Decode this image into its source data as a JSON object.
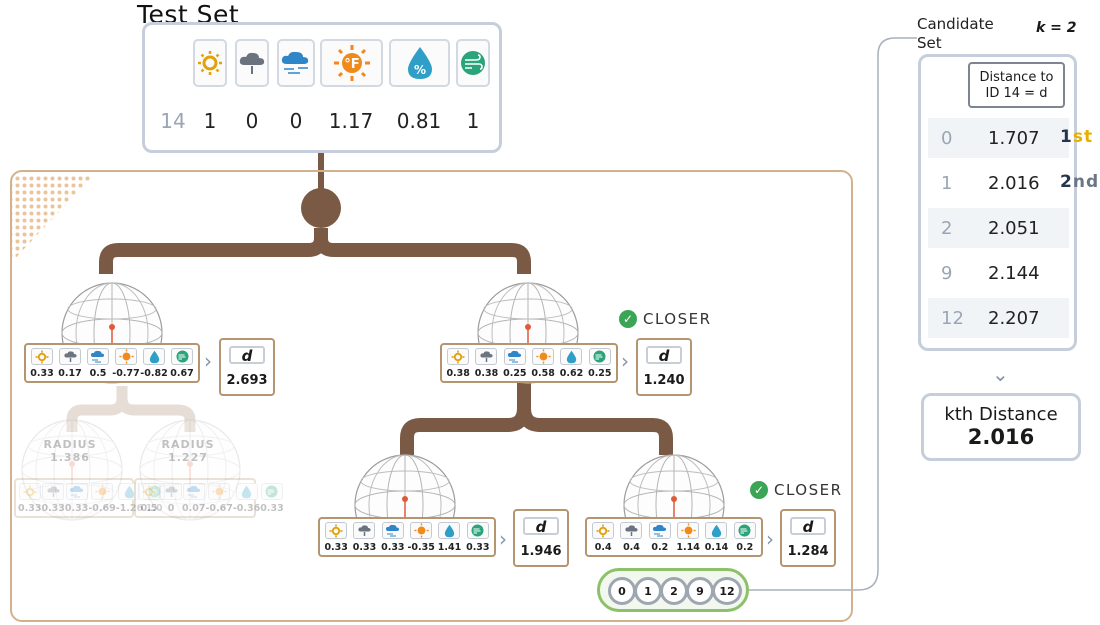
{
  "test_set": {
    "title": "Test Set",
    "icons": [
      "sun-icon",
      "rain-cloud-icon",
      "windy-rain-icon",
      "temperature-sun-icon",
      "humidity-drop-icon",
      "wind-icon"
    ],
    "id": "14",
    "values": [
      "1",
      "0",
      "0",
      "1.17",
      "0.81",
      "1"
    ]
  },
  "tree": {
    "nodes": [
      {
        "values": [
          "0.33",
          "0.17",
          "0.5",
          "-0.77",
          "-0.82",
          "0.67"
        ],
        "d_label": "d",
        "d_value": "2.693"
      },
      {
        "values": [
          "0.38",
          "0.38",
          "0.25",
          "0.58",
          "0.62",
          "0.25"
        ],
        "d_label": "d",
        "d_value": "1.240",
        "badge": "CLOSER"
      },
      {
        "values": [
          "0.33",
          "0.33",
          "0.33",
          "-0.35",
          "1.41",
          "0.33"
        ],
        "d_label": "d",
        "d_value": "1.946"
      },
      {
        "values": [
          "0.4",
          "0.4",
          "0.2",
          "1.14",
          "0.14",
          "0.2"
        ],
        "d_label": "d",
        "d_value": "1.284",
        "badge": "CLOSER"
      }
    ],
    "faded_nodes": [
      {
        "radius_label": "RADIUS",
        "radius_value": "1.386",
        "values": [
          "0.33",
          "0.33",
          "0.33",
          "-0.69",
          "-1.26",
          "1.0"
        ]
      },
      {
        "radius_label": "RADIUS",
        "radius_value": "1.227",
        "values": [
          "0.5",
          "0",
          "0.07",
          "-0.67",
          "-0.36",
          "0.33"
        ]
      }
    ],
    "leaf_ids": [
      "0",
      "1",
      "2",
      "9",
      "12"
    ]
  },
  "candidate_set": {
    "title_line1": "Candidate",
    "title_line2": "Set",
    "k_label": "k = 2",
    "header_line1": "Distance to",
    "header_line2": "ID 14 = d",
    "rows": [
      {
        "id": "0",
        "distance": "1.707",
        "rank_num": "1",
        "rank_suffix": "st"
      },
      {
        "id": "1",
        "distance": "2.016",
        "rank_num": "2",
        "rank_suffix": "nd"
      },
      {
        "id": "2",
        "distance": "2.051"
      },
      {
        "id": "9",
        "distance": "2.144"
      },
      {
        "id": "12",
        "distance": "2.207"
      }
    ],
    "kth_label": "kth Distance",
    "kth_value": "2.016"
  },
  "colors": {
    "branch": "#7a5a45",
    "frame": "#d2b28e",
    "closer": "#3aa655",
    "first": "#e6b000",
    "second": "#25344f",
    "leaf_border": "#8cc16a"
  }
}
